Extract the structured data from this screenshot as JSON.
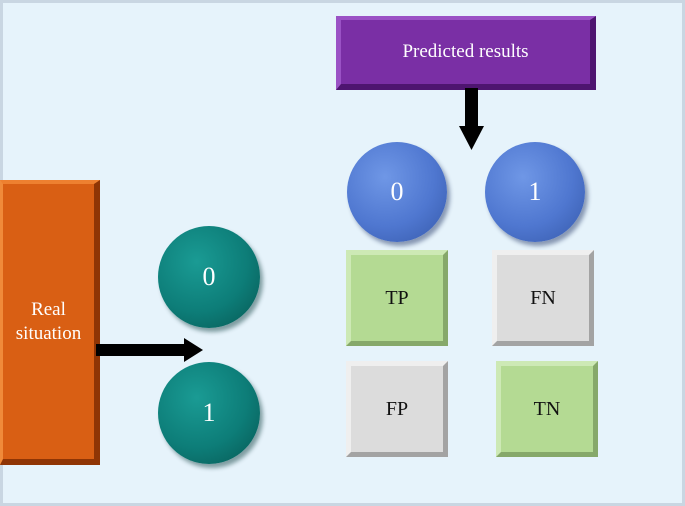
{
  "predicted": {
    "label": "Predicted results",
    "classes": [
      "0",
      "1"
    ]
  },
  "real": {
    "label_line1": "Real",
    "label_line2": "situation",
    "classes": [
      "0",
      "1"
    ]
  },
  "matrix": {
    "tp": "TP",
    "fn": "FN",
    "fp": "FP",
    "tn": "TN"
  },
  "colors": {
    "predicted_box": "#7a2fa5",
    "real_box": "#d95f14",
    "predicted_circles": "#4f77d0",
    "real_circles": "#0d7d78",
    "correct_cells": "#b4da93",
    "wrong_cells": "#dcdcdc",
    "arrows": "#000000"
  }
}
